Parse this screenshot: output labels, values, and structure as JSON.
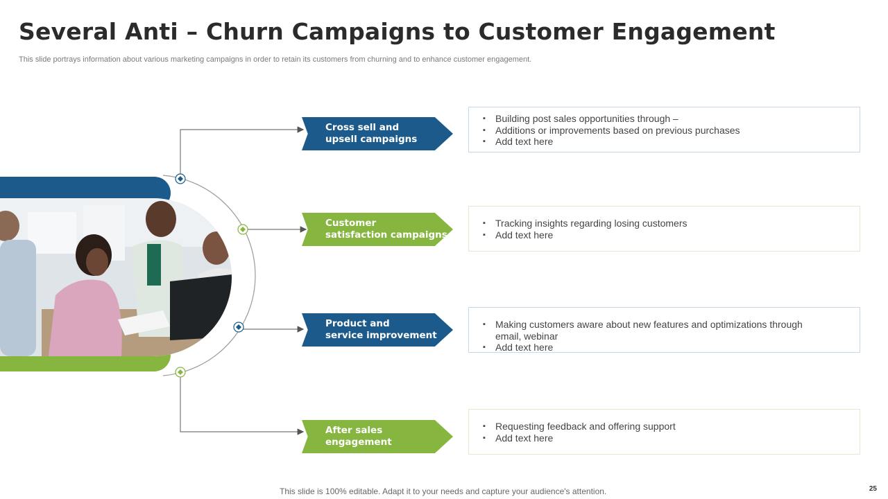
{
  "slide": {
    "title": "Several Anti – Churn Campaigns to Customer Engagement",
    "subtitle": "This slide portrays information about various marketing campaigns in order to retain its customers from churning and to enhance customer engagement.",
    "footer": "This slide is 100% editable. Adapt it to your needs and capture your audience's attention.",
    "page_number": "25"
  },
  "colors": {
    "blue": "#1b5a8a",
    "green": "#86b540"
  },
  "campaigns": [
    {
      "label": "Cross sell and\nupsell campaigns",
      "color": "blue",
      "bullets": [
        "Building post sales opportunities through –",
        "Additions or improvements based on previous purchases",
        "Add text here"
      ]
    },
    {
      "label": "Customer\nsatisfaction campaigns",
      "color": "green",
      "bullets": [
        "Tracking insights regarding losing customers",
        "Add text here"
      ]
    },
    {
      "label": "Product and\nservice improvement",
      "color": "blue",
      "bullets": [
        "Making customers aware about new features and optimizations through\nemail, webinar",
        "Add text here"
      ]
    },
    {
      "label": "After sales\nengagement",
      "color": "green",
      "bullets": [
        "Requesting feedback and offering support",
        "Add text here"
      ]
    }
  ]
}
